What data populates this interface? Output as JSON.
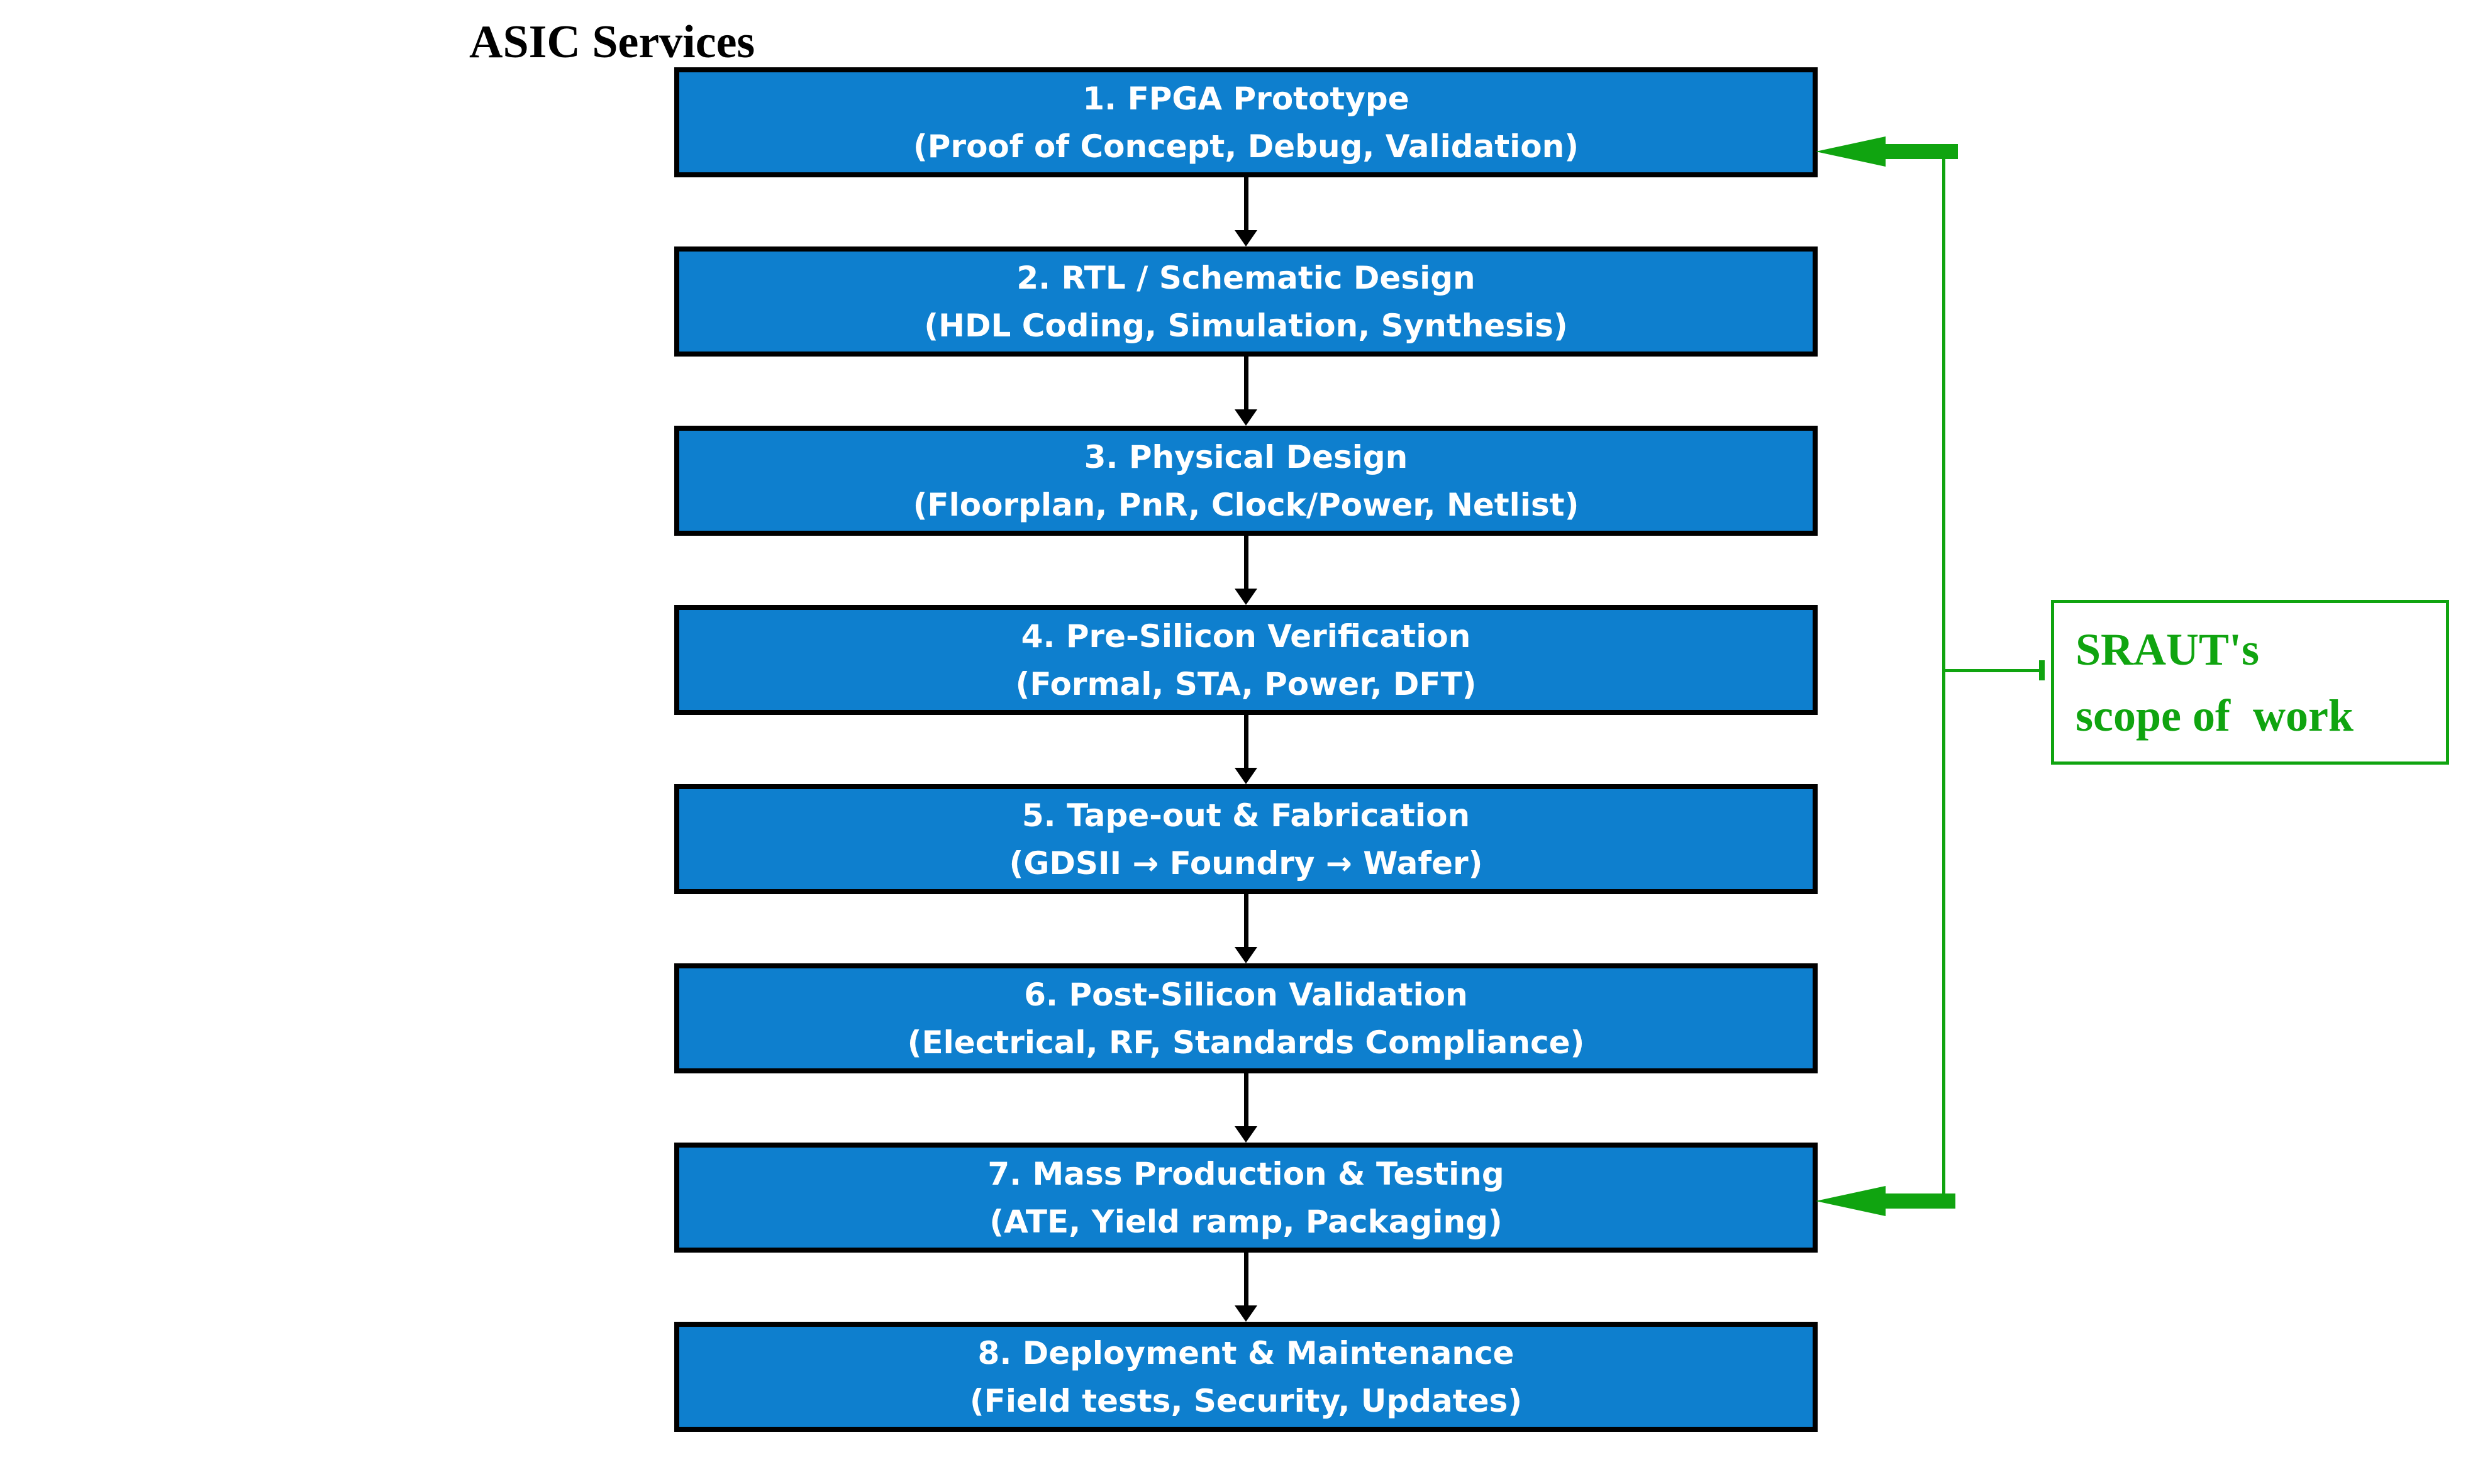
{
  "title": "ASIC Services",
  "flow": {
    "steps": [
      {
        "line1": "1. FPGA Prototype",
        "line2": "(Proof of Concept, Debug, Validation)"
      },
      {
        "line1": "2. RTL / Schematic Design",
        "line2": "(HDL Coding, Simulation, Synthesis)"
      },
      {
        "line1": "3. Physical Design",
        "line2": "(Floorplan, PnR, Clock/Power, Netlist)"
      },
      {
        "line1": "4. Pre-Silicon Verification",
        "line2": "(Formal, STA, Power, DFT)"
      },
      {
        "line1": "5. Tape-out & Fabrication",
        "line2": "(GDSII → Foundry → Wafer)"
      },
      {
        "line1": "6. Post-Silicon Validation",
        "line2": "(Electrical, RF, Standards Compliance)"
      },
      {
        "line1": "7. Mass Production & Testing",
        "line2": "(ATE, Yield ramp, Packaging)"
      },
      {
        "line1": "8. Deployment & Maintenance",
        "line2": "(Field tests, Security, Updates)"
      }
    ]
  },
  "annotation": {
    "line1": "SRAUT's",
    "line2": "scope of  work"
  },
  "colors": {
    "box_fill": "#0e7fce",
    "box_border": "#000000",
    "box_text": "#ffffff",
    "connector": "#000000",
    "accent_green": "#10a410",
    "title_text": "#000000"
  }
}
